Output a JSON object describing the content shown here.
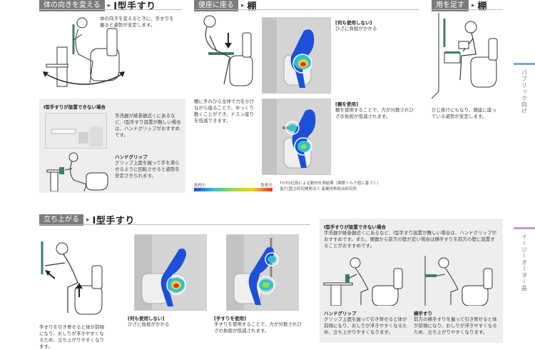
{
  "section1": {
    "tag": "体の向きを変える",
    "arrow": "▸",
    "title": "I型手すり",
    "desc": "体の向きを変えるときに、手すりを握ると姿勢が安定します。",
    "note_title": "I型手すりが設置できない場合",
    "note_text": "手洗器が紙巻器近くにあるなど、I型手すり設置が難しい場合は、ハンドグリップがおすすめです。",
    "grip_title": "ハンドグリップ",
    "grip_text": "グリップ上面を握って手を滑らせるように回転させると姿勢を安定させられます。"
  },
  "section2": {
    "tag": "便座に座る",
    "arrow": "▸",
    "title": "棚",
    "desc": "棚に手のひら全体で力をかけながら座ることで、ゆっくり動くことができ、ドスン座りを低減できます。",
    "case1_label": "[何も使用しない]",
    "case1_text": "ひざに負担がかかる",
    "case2_label": "[棚を使用]",
    "case2_text": "棚を使用することで、力が分散されひざの負担が低減されます。",
    "legend_low": "負担小",
    "legend_high": "負担大",
    "source_line1": "TOTO社員による動作計測結果（関節トルク値に基づく）",
    "source_line2": "協力:国立研究開発法人 産業技術総合研究所"
  },
  "section3": {
    "tag": "用を足す",
    "arrow": "▸",
    "title": "棚",
    "desc": "ひじ掛けにもなり、便座に座っている姿勢が安定します。"
  },
  "section4": {
    "tag": "立ち上がる",
    "arrow": "▸",
    "title": "I型手すり",
    "desc": "手すりを引き寄せると体が前傾になり、おしりが浮きやすくなるため、立ち上がりやすくなります。",
    "case1_label": "[何も使用しない]",
    "case1_text": "ひざに負担がかかる",
    "case2_label": "[手すりを使用]",
    "case2_text": "手すりを使用することで、力が分散されひざの負担が低減されます。",
    "note_title": "I型手すりが設置できない場合",
    "note_text": "手洗器が紙巻器近くにあるなど、I型手すり設置が難しい場合は、ハンドグリップがおすすめです。また、便器から前方の壁が近い場合は横手すりを前方の壁に設置することがおすすめです。",
    "grip_title": "ハンドグリップ",
    "grip_text": "グリップ上面を握って引き寄せると体が前傾になり、おしりが浮きやすくなるため、立ち上がりやすくなります。",
    "hrail_title": "横手すり",
    "hrail_text": "前方の横手すりを握って引き寄せると体が前傾になり、おしりが浮きやすくなるため、立ち上がりやすくなります。"
  },
  "side_tabs": [
    {
      "label": "パブリック向け",
      "color": "#7aa7d6"
    },
    {
      "label": "イージーオーダー品",
      "color": "#c79ac8"
    }
  ],
  "colors": {
    "tag_bg": "#7b7b7b",
    "rail_green": "#3f7d6b",
    "heat_blue": "#1e4fd8"
  }
}
